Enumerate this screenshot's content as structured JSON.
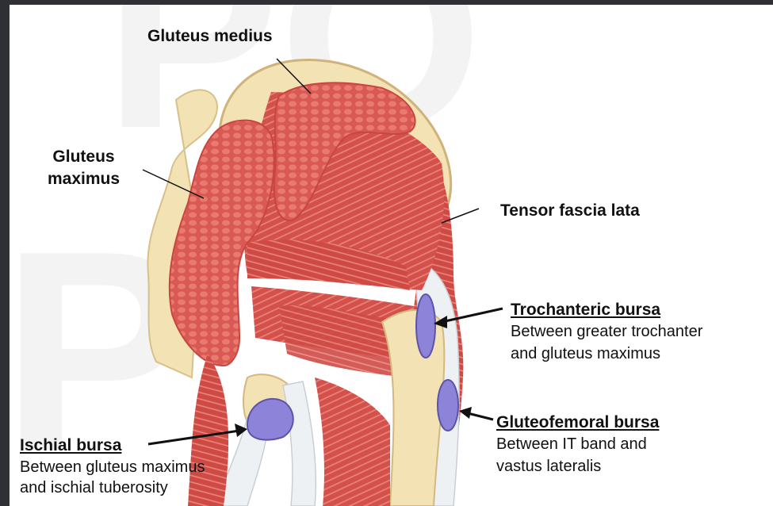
{
  "labels": {
    "gluteus_medius": "Gluteus medius",
    "gluteus_maximus_line1": "Gluteus",
    "gluteus_maximus_line2": "maximus",
    "tensor_fascia_lata": "Tensor fascia lata",
    "trochanteric_bursa": {
      "title": "Trochanteric bursa",
      "desc_line1": "Between greater trochanter",
      "desc_line2": "and gluteus maximus"
    },
    "gluteofemoral_bursa": {
      "title": "Gluteofemoral bursa",
      "desc_line1": "Between IT band and",
      "desc_line2": "vastus lateralis"
    },
    "ischial_bursa": {
      "title": "Ischial bursa",
      "desc_line1": "Between gluteus maximus",
      "desc_line2": "and ischial tuberosity"
    }
  },
  "colors": {
    "muscle": "#d9534f",
    "muscle_dark": "#b83a36",
    "bone": "#f1dfae",
    "tendon": "#eef1f4",
    "bursa": "#8d83d8"
  }
}
